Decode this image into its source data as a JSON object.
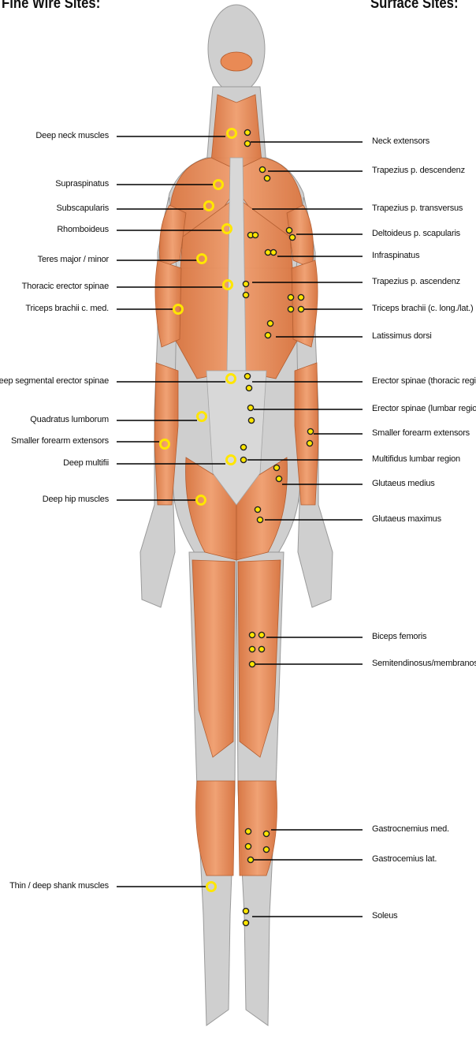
{
  "headers": {
    "fine_wire": "Fine Wire Sites:",
    "surface": "Surface Sites:"
  },
  "fine_wire_sites": [
    "Deep neck muscles",
    "Supraspinatus",
    "Subscapularis",
    "Rhomboideus",
    "Teres major / minor",
    "Thoracic erector spinae",
    "Triceps brachii c. med.",
    "Deep segmental erector spinae",
    "Quadratus lumborum",
    "Smaller forearm  extensors",
    "Deep multifii",
    "Deep hip muscles",
    "Thin / deep shank muscles"
  ],
  "surface_sites": [
    "Neck extensors",
    "Trapezius p. descendenz",
    "Trapezius p. transversus",
    "Deltoideus p. scapularis",
    "Infraspinatus",
    "Trapezius p. ascendenz",
    "Triceps brachii (c. long./lat.)",
    "Latissimus dorsi",
    "Erector spinae (thoracic region)",
    "Erector spinae (lumbar region)",
    "Smaller forearm extensors",
    "Multifidus lumbar region",
    "Glutaeus medius",
    "Glutaeus maximus",
    "Biceps femoris",
    "Semitendinosus/membranosus",
    "Gastrocnemius med.",
    "Gastrocemius lat.",
    "Soleus"
  ],
  "colors": {
    "muscle": "#e98a55",
    "muscle_dark": "#c8642f",
    "skin_grey": "#c9c9c9",
    "marker": "#ffe600",
    "leader_line": "#000000"
  }
}
